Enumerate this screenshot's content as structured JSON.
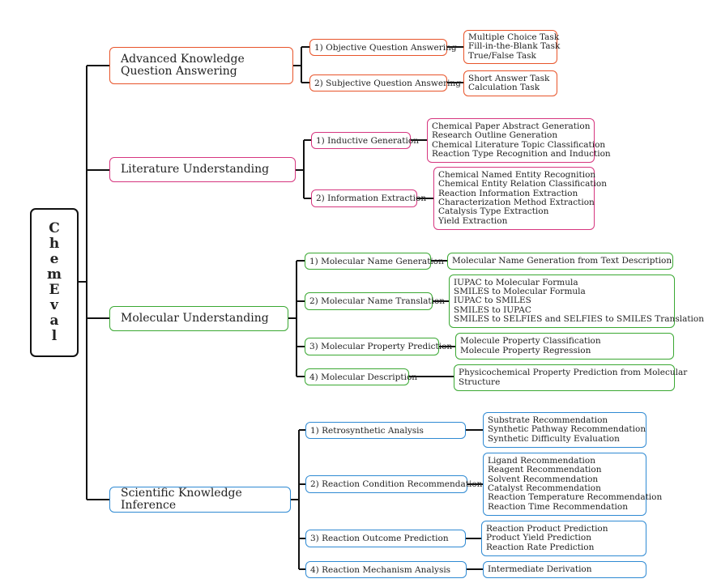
{
  "root": {
    "label": "ChemEval",
    "letters": [
      "C",
      "h",
      "e",
      "m",
      "E",
      "v",
      "a",
      "l"
    ]
  },
  "colors": {
    "orange": "#e8542a",
    "pink": "#d6367f",
    "green": "#3aa832",
    "blue": "#2f8ad3",
    "connector": "#111111"
  },
  "categories": [
    {
      "label": "Advanced Knowledge Question Answering",
      "subs": [
        {
          "label": "1) Objective Question Answering",
          "tasks": [
            "Multiple Choice Task",
            "Fill-in-the-Blank Task",
            "True/False Task"
          ]
        },
        {
          "label": "2) Subjective Question Answering",
          "tasks": [
            "Short Answer Task",
            "Calculation Task"
          ]
        }
      ]
    },
    {
      "label": "Literature Understanding",
      "subs": [
        {
          "label": "1) Inductive Generation",
          "tasks": [
            "Chemical Paper Abstract Generation",
            "Research Outline Generation",
            "Chemical Literature Topic Classification",
            "Reaction Type Recognition and Induction"
          ]
        },
        {
          "label": "2) Information Extraction",
          "tasks": [
            "Chemical Named Entity Recognition",
            "Chemical Entity Relation Classification",
            "Reaction Information Extraction",
            "Characterization Method Extraction",
            "Catalysis Type Extraction",
            "Yield Extraction"
          ]
        }
      ]
    },
    {
      "label": "Molecular Understanding",
      "subs": [
        {
          "label": "1) Molecular Name Generation",
          "tasks": [
            "Molecular Name Generation from Text Description"
          ]
        },
        {
          "label": "2) Molecular Name Translation",
          "tasks": [
            "IUPAC to Molecular Formula",
            "SMILES to Molecular Formula",
            "IUPAC to SMILES",
            "SMILES to IUPAC",
            "SMILES to SELFIES and SELFIES to SMILES Translation"
          ]
        },
        {
          "label": "3) Molecular Property Prediction",
          "tasks": [
            "Molecule Property Classification",
            "Molecule Property Regression"
          ]
        },
        {
          "label": "4) Molecular Description",
          "tasks": [
            "Physicochemical Property Prediction from Molecular",
            "Structure"
          ]
        }
      ]
    },
    {
      "label": "Scientific Knowledge Inference",
      "subs": [
        {
          "label": "1) Retrosynthetic Analysis",
          "tasks": [
            "Substrate Recommendation",
            "Synthetic Pathway Recommendation",
            "Synthetic Difficulty Evaluation"
          ]
        },
        {
          "label": "2) Reaction Condition Recommendation",
          "tasks": [
            "Ligand Recommendation",
            "Reagent Recommendation",
            "Solvent Recommendation",
            "Catalyst Recommendation",
            "Reaction Temperature Recommendation",
            "Reaction Time Recommendation"
          ]
        },
        {
          "label": "3) Reaction Outcome Prediction",
          "tasks": [
            "Reaction Product Prediction",
            "Product Yield Prediction",
            "Reaction Rate Prediction"
          ]
        },
        {
          "label": "4) Reaction Mechanism Analysis",
          "tasks": [
            "Intermediate Derivation"
          ]
        }
      ]
    }
  ]
}
